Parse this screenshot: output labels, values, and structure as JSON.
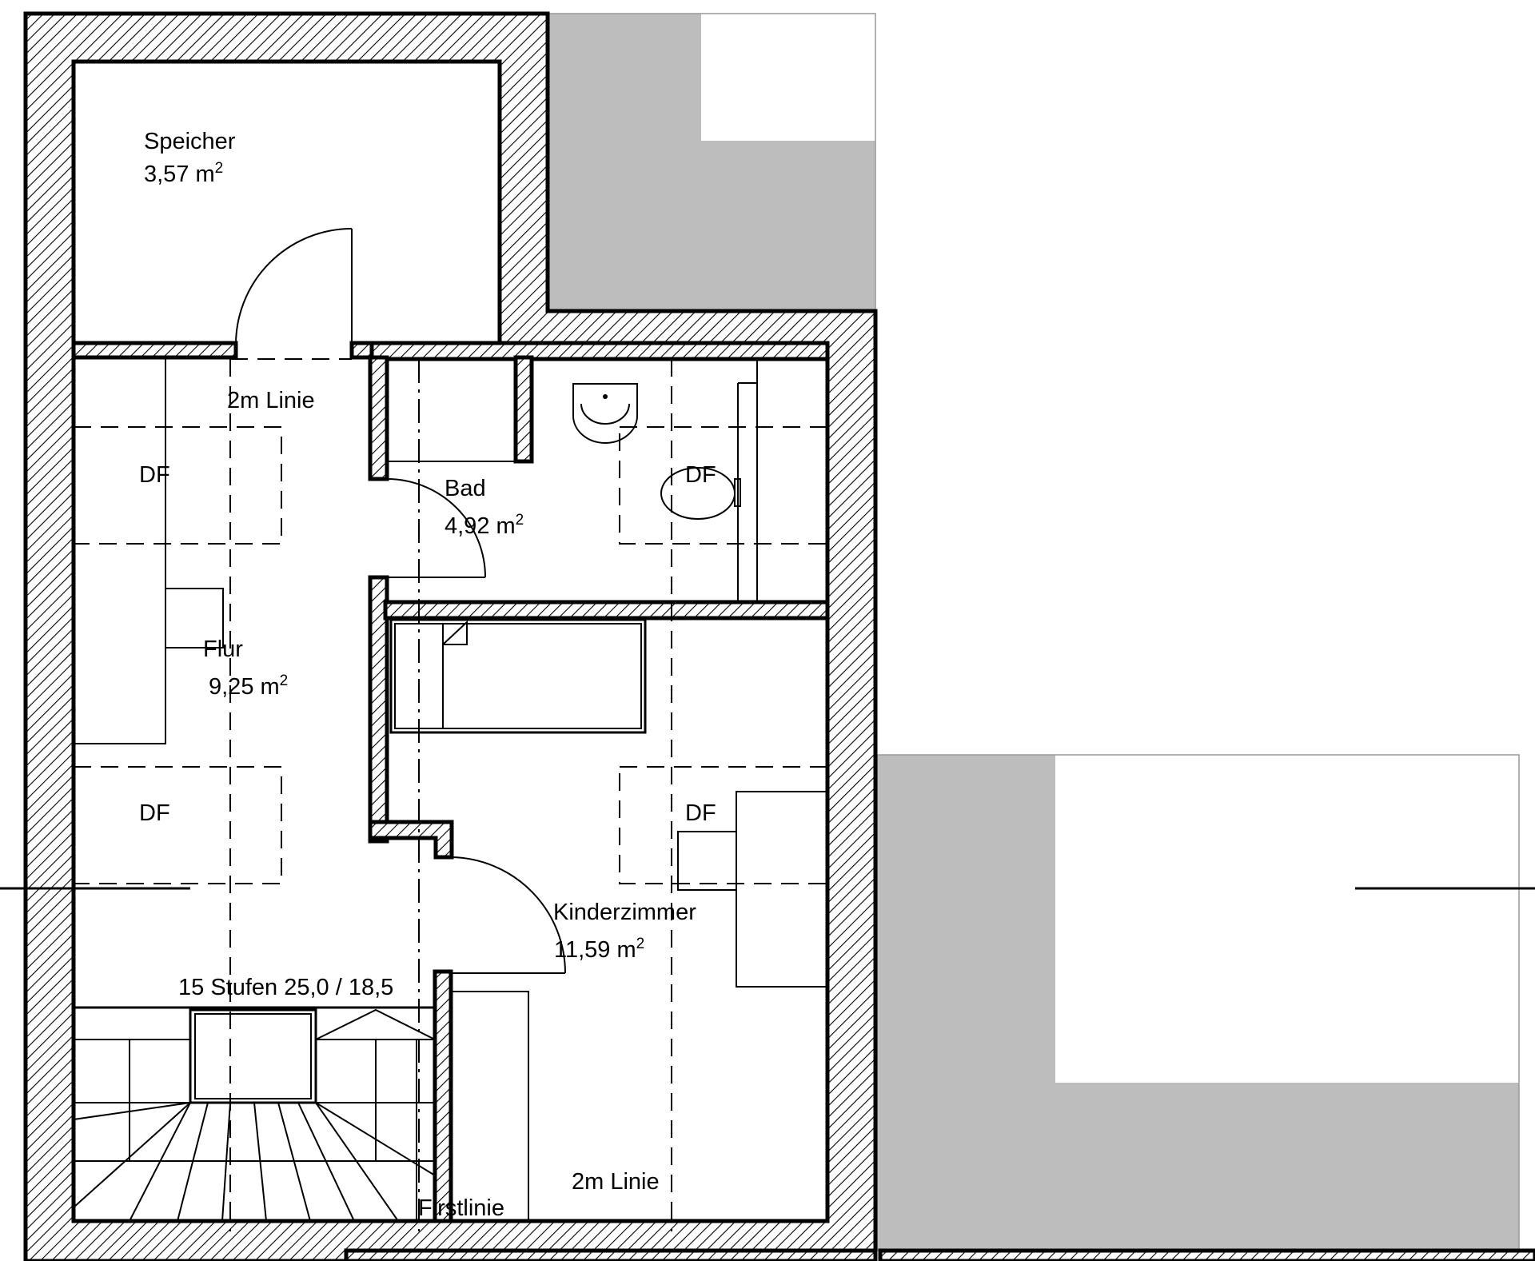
{
  "labels": {
    "speicher_name": "Speicher",
    "speicher_area": "3,57 m",
    "bad_name": "Bad",
    "bad_area": "4,92 m",
    "flur_name": "Flur",
    "flur_area": "9,25 m",
    "kinder_name": "Kinderzimmer",
    "kinder_area": "11,59 m",
    "squared": "2",
    "df": "DF",
    "linie_2m": "2m Linie",
    "stufen": "15 Stufen 25,0 / 18,5",
    "firstlinie": "Firstlinie"
  },
  "colors": {
    "wall_stroke": "#000000",
    "roof_grey": "#bdbdbd",
    "background": "#ffffff"
  }
}
